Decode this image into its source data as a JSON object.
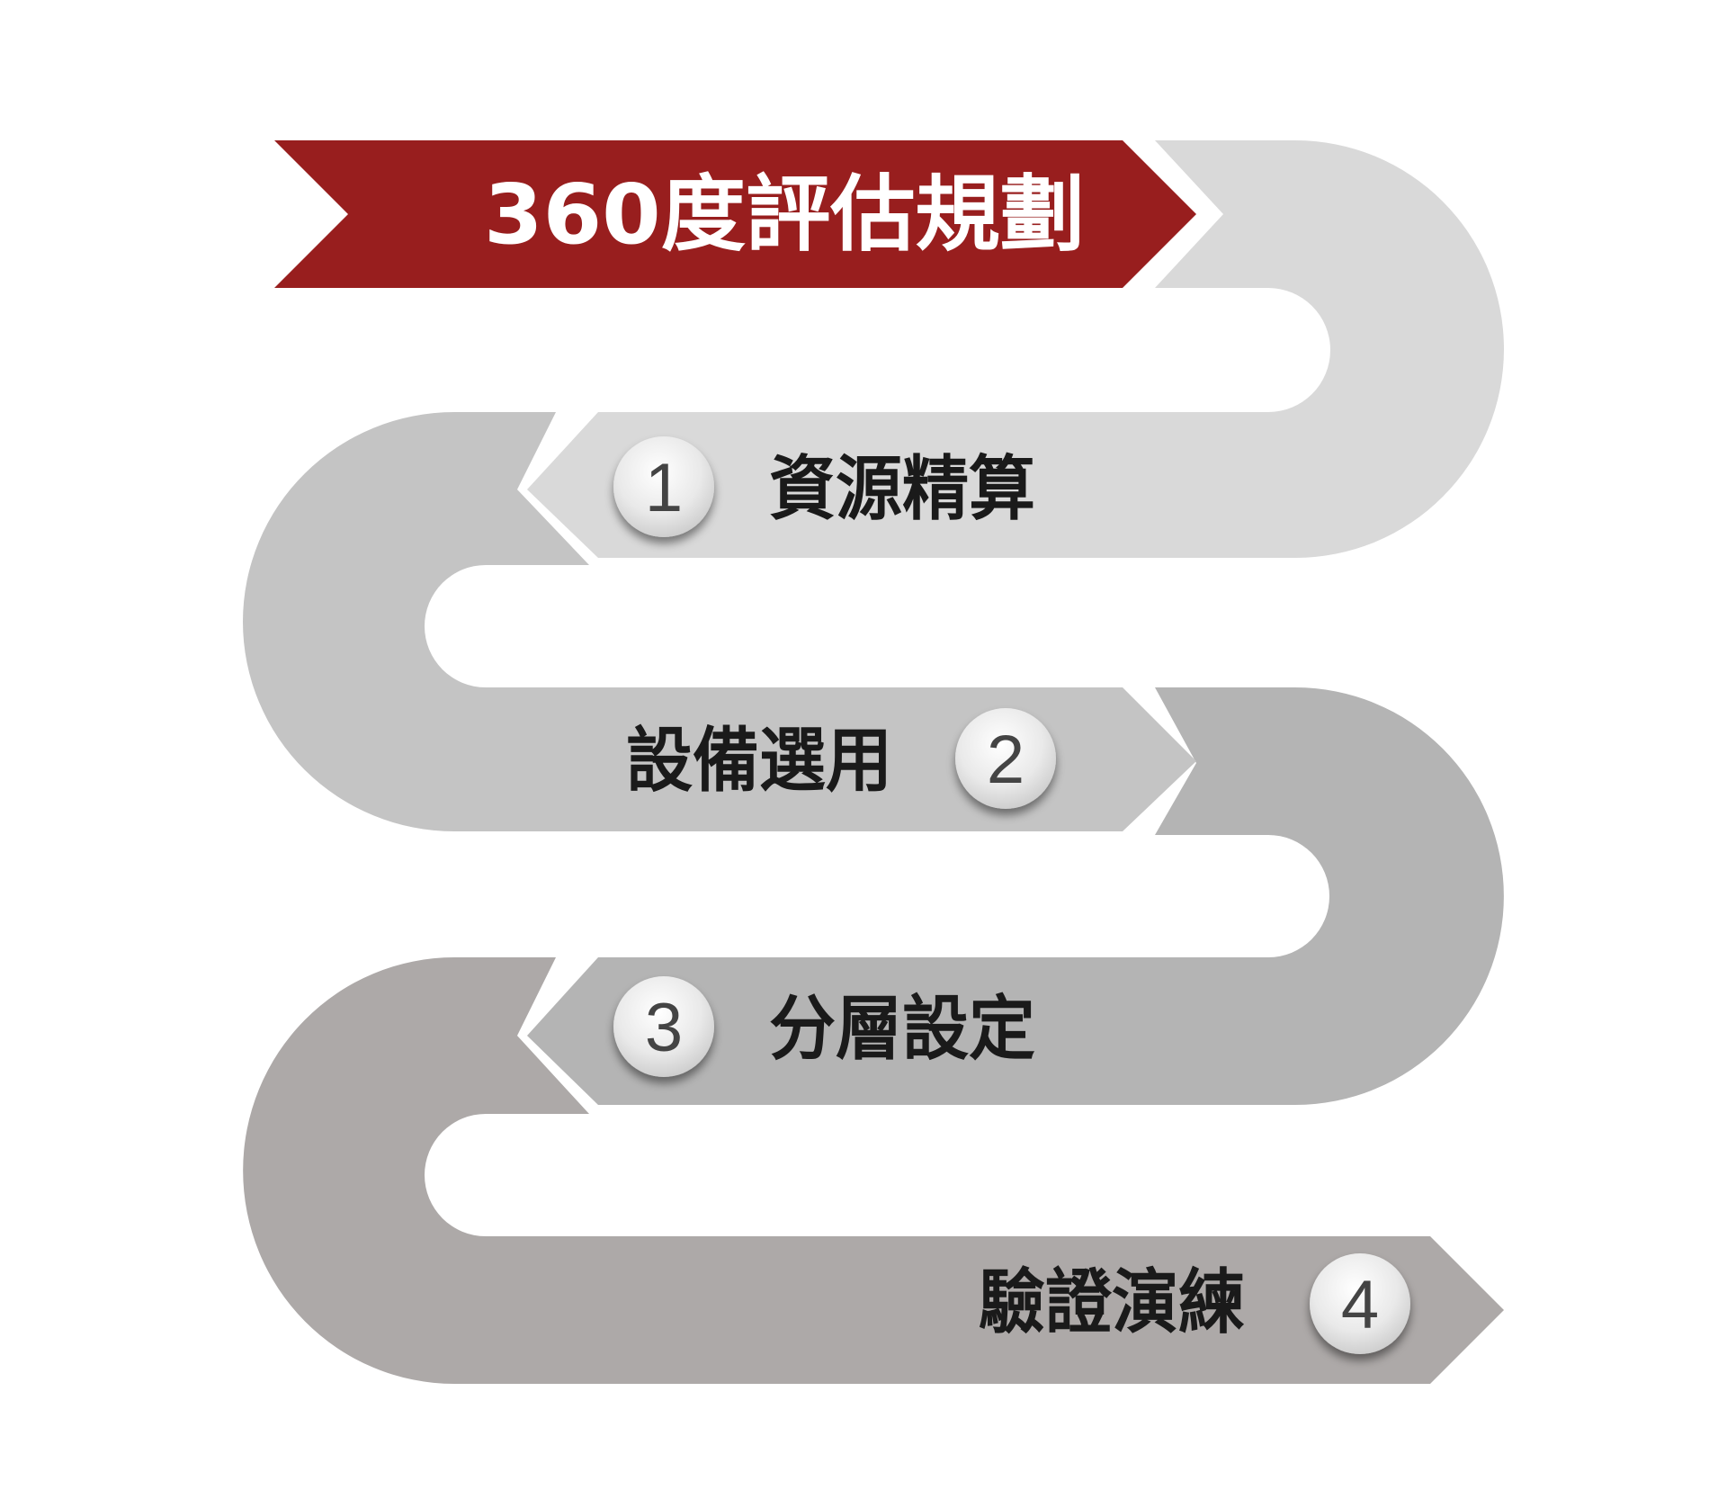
{
  "title": "360度評估規劃",
  "steps": [
    {
      "number": "1",
      "label": "資源精算"
    },
    {
      "number": "2",
      "label": "設備選用"
    },
    {
      "number": "3",
      "label": "分層設定"
    },
    {
      "number": "4",
      "label": "驗證演練"
    }
  ],
  "colors": {
    "title_banner": "#981e1e",
    "band_1": "#d9d9d9",
    "band_2": "#c4c4c4",
    "band_3": "#b4b4b4",
    "band_4": "#ada9a8",
    "badge_fill": "#ececec",
    "text": "#1a1a1a"
  }
}
